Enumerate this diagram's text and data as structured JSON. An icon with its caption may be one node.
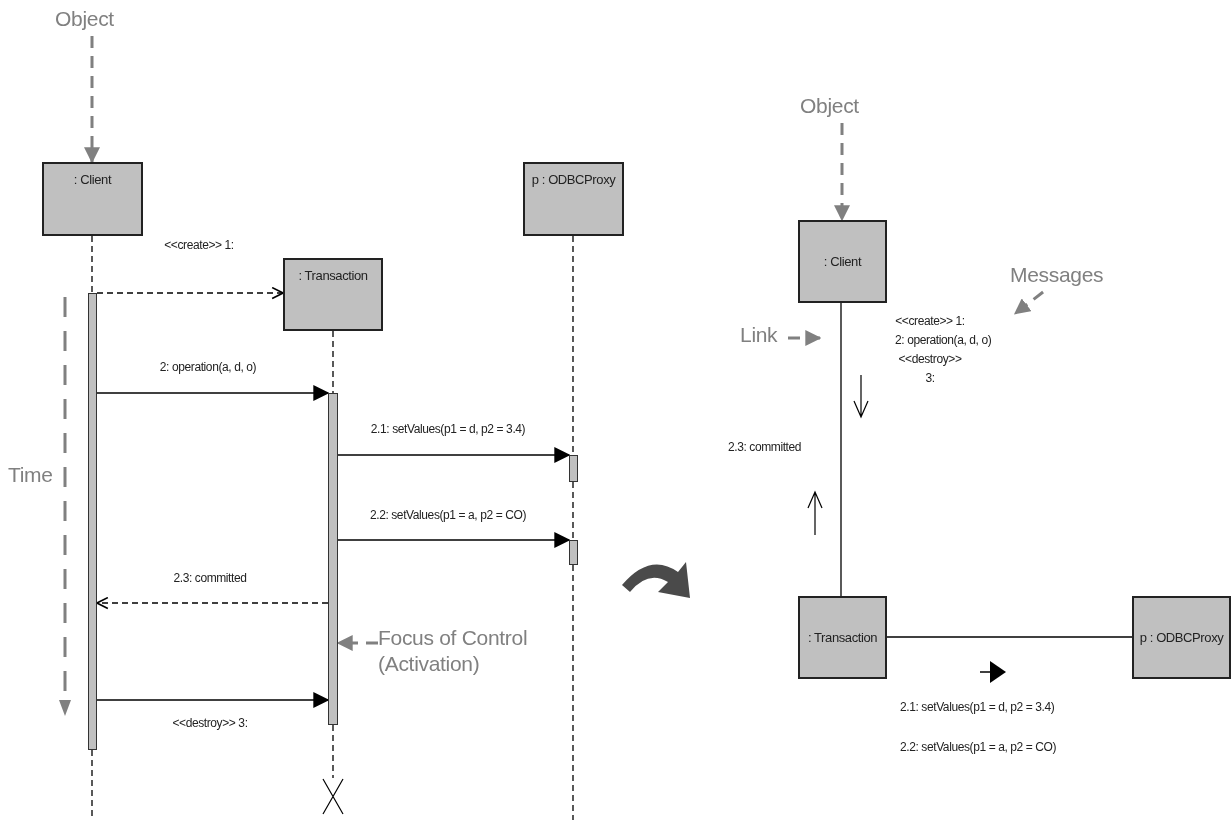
{
  "diagram": {
    "nodes": [
      {
        "text": [
          "Object"
        ]
      },
      {
        "text": [
          ": Client"
        ]
      },
      {
        "text": [
          ": Transaction"
        ]
      },
      {
        "text": [
          "p : ODBCProxy"
        ]
      },
      {
        "text": [],
        "shape": "bar"
      },
      {
        "text": [],
        "shape": "bar"
      },
      {
        "text": [],
        "shape": "bar"
      },
      {
        "text": [],
        "shape": "bar"
      },
      {
        "text": [
          "Focus of Control (Activation)"
        ]
      },
      {
        "text": [
          "Object"
        ]
      },
      {
        "text": [
          ": Client"
        ]
      },
      {
        "text": [
          ": Transaction"
        ]
      },
      {
        "text": [
          "p : ODBCProxy"
        ]
      },
      {
        "text": [
          "Link"
        ]
      },
      {
        "text": [
          "Messages"
        ]
      },
      {
        "text": [
          "<<create>> 1:",
          "2: operation(a, d, o)",
          "<<destroy>> 3:"
        ]
      },
      {
        "text": [],
        "shape": "cross"
      }
    ],
    "edges": [
      {
        "from": 0,
        "to": 1,
        "arrow": "to",
        "style": "dashed",
        "color": "#808080"
      },
      {
        "from": 4,
        "to": 2,
        "arrow": "to",
        "style": "dashed",
        "label": "<<create>> 1:"
      },
      {
        "from": 4,
        "to": 5,
        "arrow": "to",
        "label": "2: operation(a, d, o)"
      },
      {
        "from": 5,
        "to": 6,
        "arrow": "to",
        "label": "2.1: setValues(p1 = d, p2 = 3.4)"
      },
      {
        "from": 5,
        "to": 7,
        "arrow": "to",
        "label": "2.2: setValues(p1 = a, p2 = CO)"
      },
      {
        "from": 5,
        "to": 4,
        "arrow": "to",
        "style": "dashed",
        "label": "2.3: committed"
      },
      {
        "from": 4,
        "to": 5,
        "arrow": "to",
        "label": "<<destroy>> 3:"
      },
      {
        "from": 8,
        "to": 5,
        "arrow": "to",
        "style": "dashed",
        "color": "#808080"
      },
      {
        "from": 9,
        "to": 10,
        "arrow": "to",
        "style": "dashed",
        "color": "#808080"
      },
      {
        "from": 10,
        "to": 11,
        "arrow": "none"
      },
      {
        "from": 11,
        "to": 12,
        "arrow": "none"
      },
      {
        "from": 13,
        "to": null,
        "arrow": "to",
        "style": "dashed",
        "color": "#808080"
      },
      {
        "from": 14,
        "to": 15,
        "arrow": "to",
        "style": "dashed",
        "color": "#808080"
      },
      {
        "from": 1,
        "to": 4,
        "arrow": "none",
        "style": "dashed"
      },
      {
        "from": 4,
        "to": null,
        "arrow": "none",
        "style": "dashed"
      },
      {
        "from": 2,
        "to": 5,
        "arrow": "none",
        "style": "dashed"
      },
      {
        "from": 5,
        "to": 16,
        "arrow": "none",
        "style": "dashed"
      },
      {
        "from": 3,
        "to": 6,
        "arrow": "none",
        "style": "dashed"
      },
      {
        "from": 6,
        "to": 7,
        "arrow": "none",
        "style": "dashed"
      },
      {
        "from": 7,
        "to": null,
        "arrow": "none",
        "style": "dashed"
      }
    ],
    "labels": [
      "Time",
      "2.3: committed",
      "2.1: setValues(p1 = d, p2 = 3.4)",
      "2.2: setValues(p1 = a, p2 = CO)"
    ]
  }
}
